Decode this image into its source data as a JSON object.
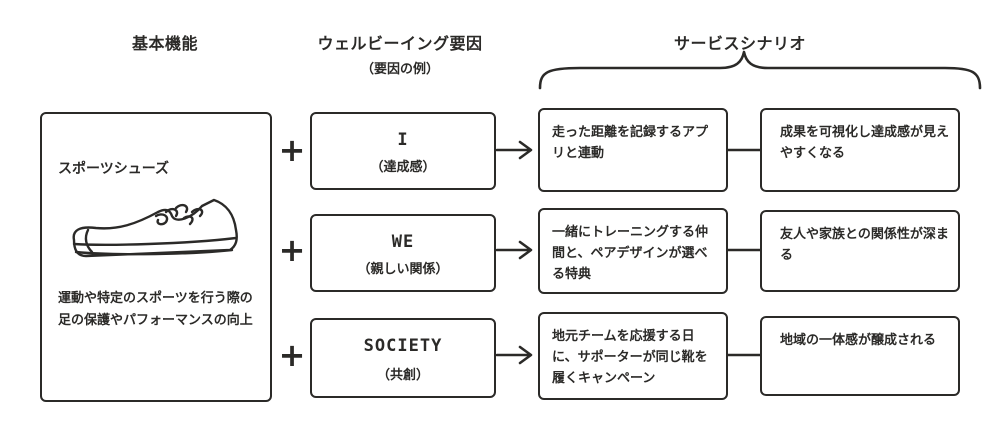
{
  "headers": {
    "basic": "基本機能",
    "wellbeing": "ウェルビーイング要因",
    "wellbeing_sub": "（要因の例）",
    "scenario": "サービスシナリオ"
  },
  "basic_function": {
    "title": "スポーツシューズ",
    "description": "運動や特定のスポーツを行う際の足の保護やパフォーマンスの向上",
    "illustration": "shoe-icon"
  },
  "plus_symbol": "+",
  "rows": [
    {
      "factor_title": "I",
      "factor_sub": "（達成感）",
      "scenario": "走った距離を記録するアプリと連動",
      "result": "成果を可視化し達成感が見えやすくなる"
    },
    {
      "factor_title": "WE",
      "factor_sub": "（親しい関係）",
      "scenario": "一緒にトレーニングする仲間と、ペアデザインが選べる特典",
      "result": "友人や家族との関係性が深まる"
    },
    {
      "factor_title": "SOCIETY",
      "factor_sub": "（共創）",
      "scenario": "地元チームを応援する日に、サポーターが同じ靴を履くキャンペーン",
      "result": "地域の一体感が醸成される"
    }
  ],
  "colors": {
    "ink": "#2b2a28",
    "background": "#ffffff"
  }
}
